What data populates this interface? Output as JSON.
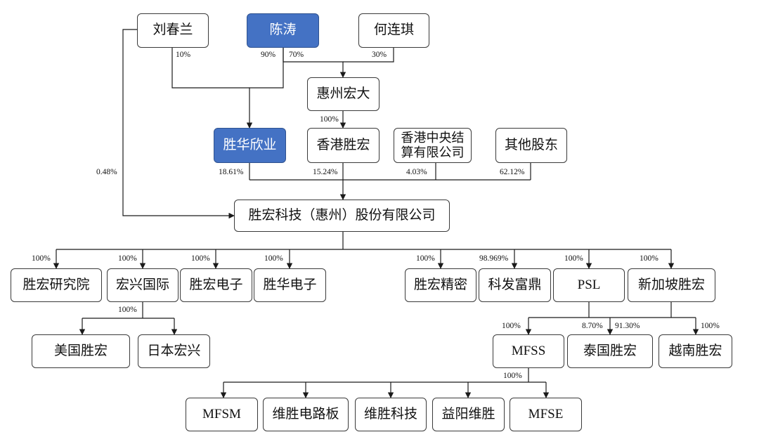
{
  "colors": {
    "highlight": "#4472C4",
    "highlight_border": "#2F528F",
    "line": "#1a1a1a",
    "border": "#3a3a3a"
  },
  "entities": {
    "liu_chunlan": "刘春兰",
    "chen_tao": "陈涛",
    "he_lianqi": "何连琪",
    "huizhou_hongda": "惠州宏大",
    "shenghua_xinye": "胜华欣业",
    "hk_shenghong": "香港胜宏",
    "hk_ccass": "香港中央结算有限公司",
    "other_shareholders": "其他股东",
    "company": "胜宏科技（惠州）股份有限公司",
    "research_institute": "胜宏研究院",
    "hongxing_intl": "宏兴国际",
    "shenghong_electronics": "胜宏电子",
    "shenghua_electronics": "胜华电子",
    "shenghong_precision": "胜宏精密",
    "kefa_fuding": "科发富鼎",
    "psl": "PSL",
    "singapore_shenghong": "新加坡胜宏",
    "usa_shenghong": "美国胜宏",
    "japan_hongxing": "日本宏兴",
    "mfss": "MFSS",
    "thailand_shenghong": "泰国胜宏",
    "vietnam_shenghong": "越南胜宏",
    "mfsm": "MFSM",
    "weisheng_pcb": "维胜电路板",
    "weisheng_tech": "维胜科技",
    "yiyang_weisheng": "益阳维胜",
    "mfse": "MFSE"
  },
  "percentages": {
    "liu_to_xinye": "10%",
    "chen_to_xinye": "90%",
    "chen_to_hongda": "70%",
    "he_to_hongda": "30%",
    "hongda_to_hk": "100%",
    "liu_to_company": "0.48%",
    "xinye_to_company": "18.61%",
    "hk_to_company": "15.24%",
    "ccass_to_company": "4.03%",
    "other_to_company": "62.12%",
    "to_research": "100%",
    "to_hongxing": "100%",
    "to_shenghong_elec": "100%",
    "to_shenghua_elec": "100%",
    "to_precision": "100%",
    "to_kefa": "98.969%",
    "to_psl": "100%",
    "to_singapore": "100%",
    "hongxing_to_subs": "100%",
    "psl_to_mfss": "100%",
    "psl_to_thailand": "8.70%",
    "singapore_to_thailand": "91.30%",
    "singapore_to_vietnam": "100%",
    "mfss_to_subs": "100%"
  }
}
